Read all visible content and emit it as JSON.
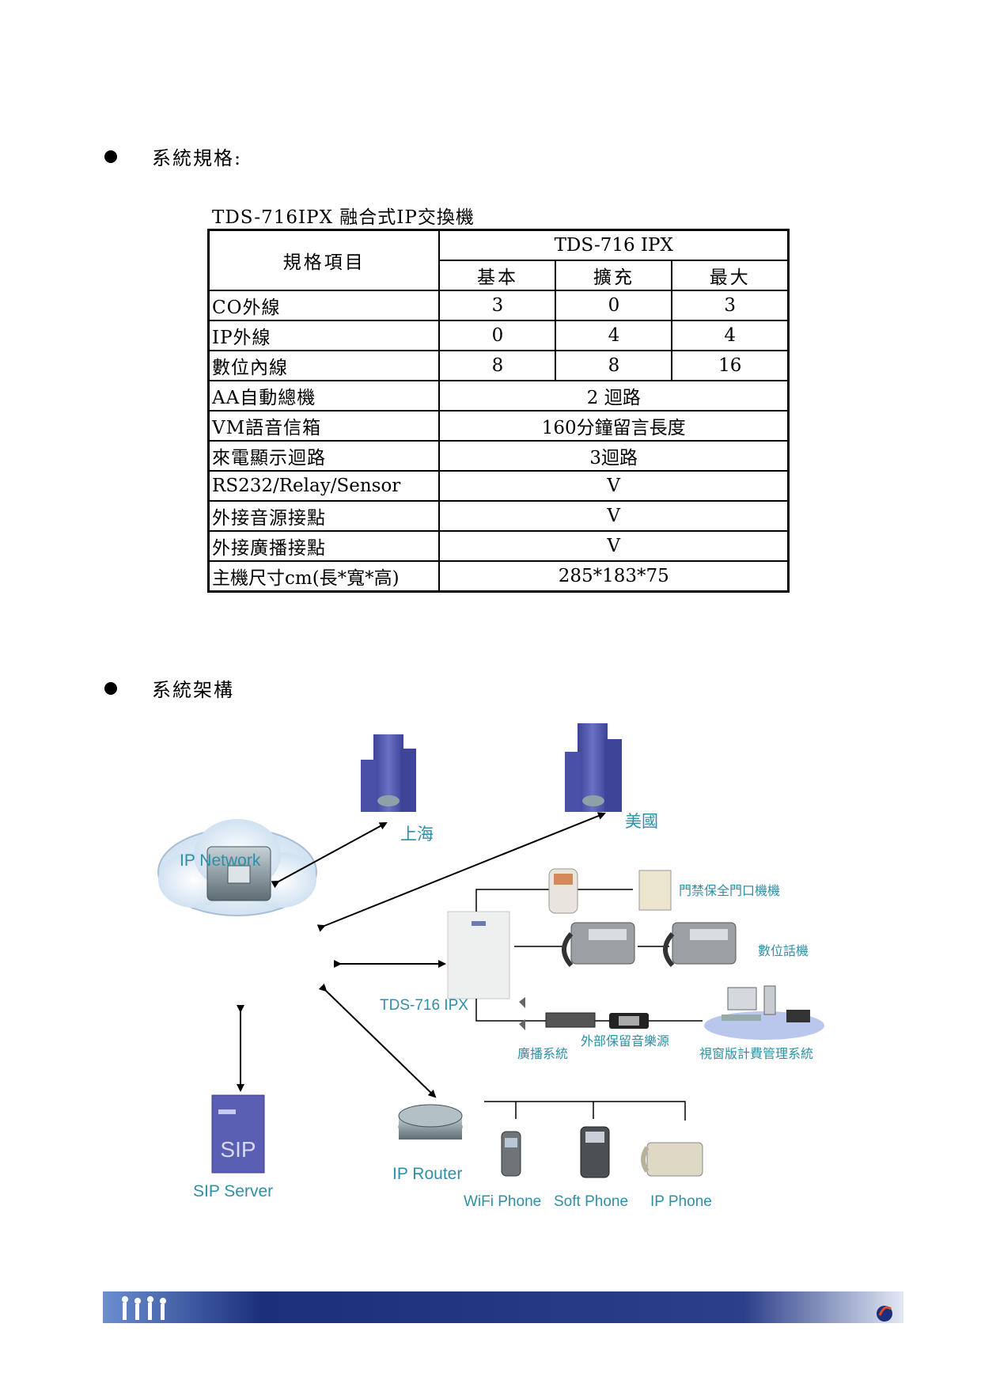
{
  "sections": {
    "spec_heading": "系統規格:",
    "arch_heading": "系統架構"
  },
  "spec": {
    "caption": "TDS-716IPX 融合式IP交換機",
    "header": {
      "item_label": "規格項目",
      "model": "TDS-716  IPX",
      "cols": [
        "基本",
        "擴充",
        "最大"
      ]
    },
    "rows_split": [
      {
        "label": "CO外線",
        "values": [
          "3",
          "0",
          "3"
        ]
      },
      {
        "label": "IP外線",
        "values": [
          "0",
          "4",
          "4"
        ]
      },
      {
        "label": "數位內線",
        "values": [
          "8",
          "8",
          "16"
        ]
      }
    ],
    "rows_merged": [
      {
        "label": "AA自動總機",
        "value": "2 迴路"
      },
      {
        "label": "VM語音信箱",
        "value": "160分鐘留言長度"
      },
      {
        "label": "來電顯示迴路",
        "value": "3迴路"
      },
      {
        "label": "RS232/Relay/Sensor",
        "value": "V"
      },
      {
        "label": "外接音源接點",
        "value": "V"
      },
      {
        "label": "外接廣播接點",
        "value": "V"
      },
      {
        "label": "主機尺寸cm(長*寬*高)",
        "value": "285*183*75"
      }
    ]
  },
  "diagram": {
    "ip_network": "IP Network",
    "shanghai": "上海",
    "usa": "美國",
    "door_phone": "門禁保全門口機機",
    "digital_phone": "數位話機",
    "pbx": "TDS-716 IPX",
    "paging": "廣播系統",
    "music_source": "外部保留音樂源",
    "billing": "視窗版計費管理系統",
    "sip_server": "SIP Server",
    "ip_router": "IP Router",
    "wifi_phone": "WiFi Phone",
    "soft_phone": "Soft Phone",
    "ip_phone": "IP Phone",
    "sip_badge": "SIP"
  },
  "colors": {
    "label_teal": "#2f8fa6",
    "building_blue": "#5a5fb0",
    "footer_navy": "#1b2f7a"
  }
}
